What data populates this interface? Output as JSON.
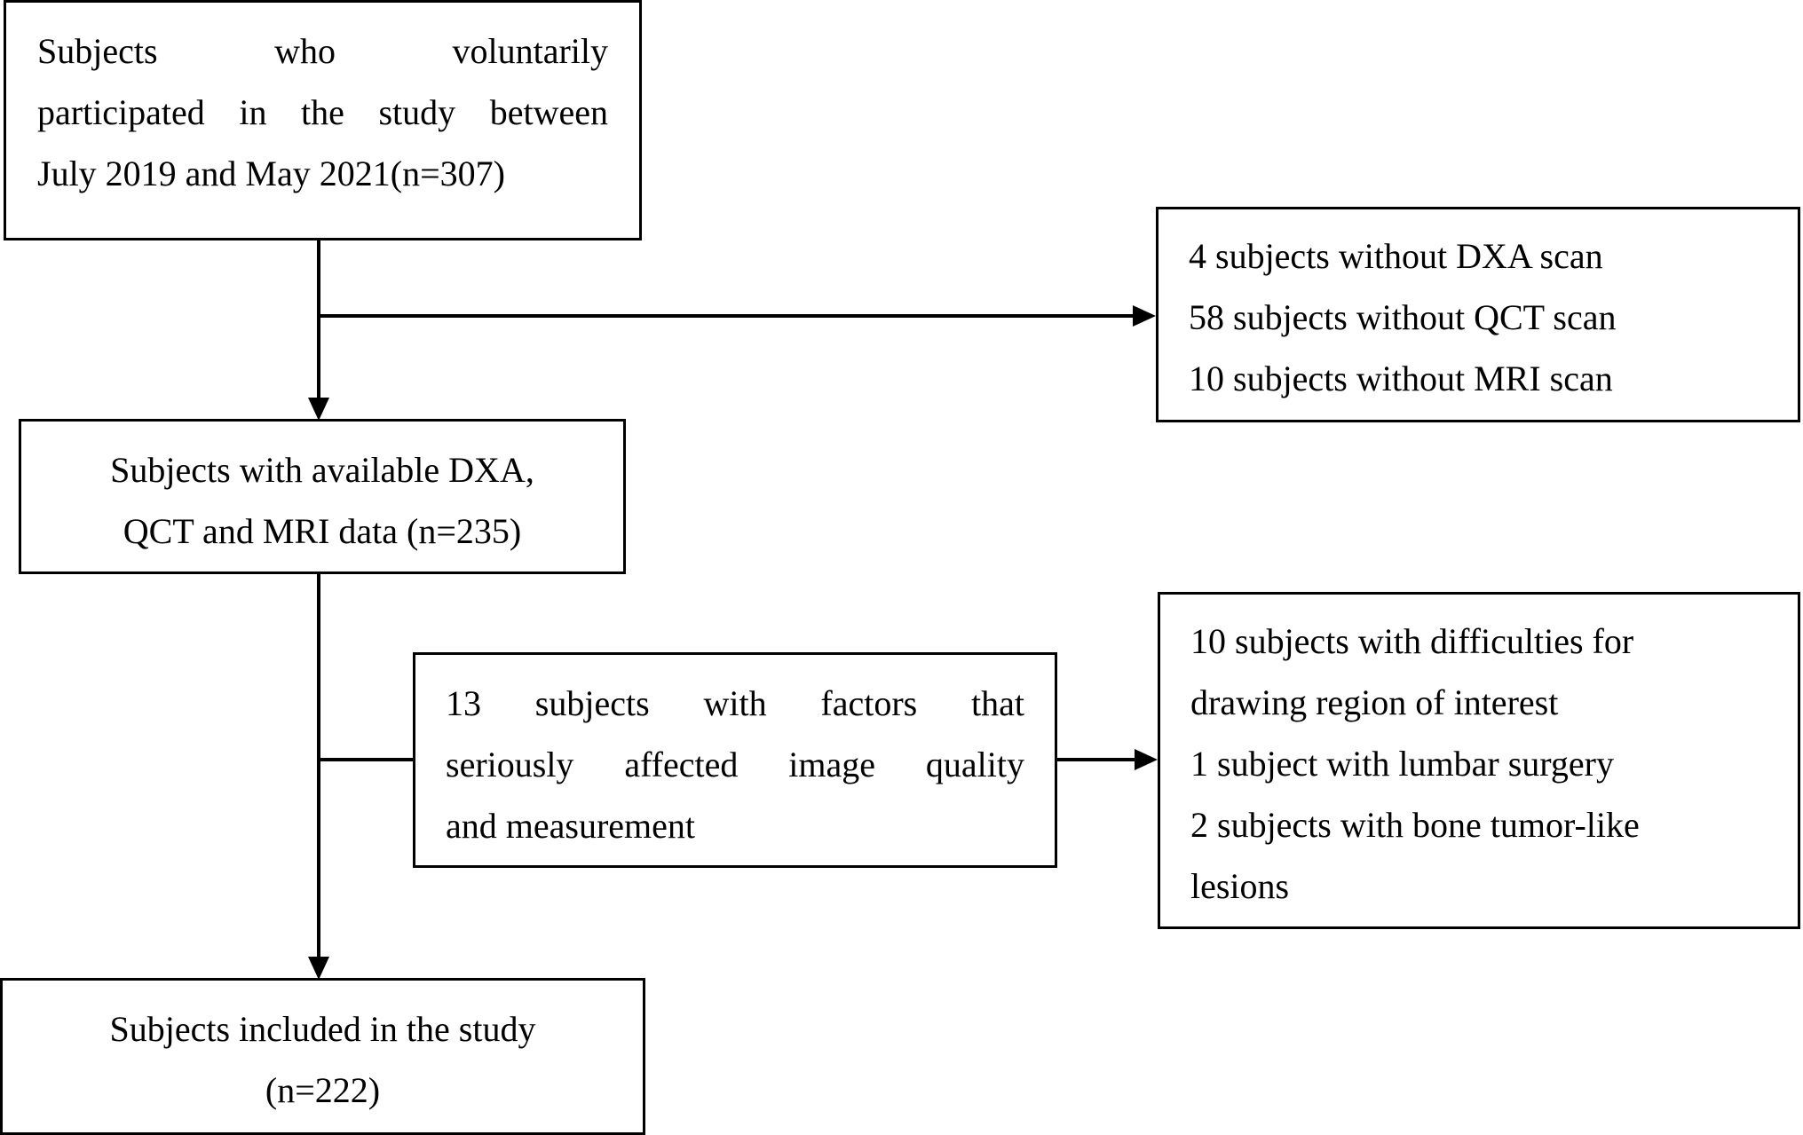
{
  "boxes": {
    "enrolled": {
      "lines": [
        "Subjects who voluntarily",
        "participated in the study between",
        "July 2019 and May 2021(n=307)"
      ]
    },
    "excluded_scans": {
      "lines": [
        "4 subjects without DXA scan",
        "58 subjects without QCT scan",
        "10 subjects without MRI scan"
      ]
    },
    "available": {
      "lines": [
        "Subjects with available DXA,",
        "QCT and MRI data (n=235)"
      ]
    },
    "quality_factors": {
      "lines": [
        "13 subjects with factors that",
        "seriously affected image quality",
        "and measurement"
      ]
    },
    "quality_details": {
      "lines": [
        "10 subjects with difficulties for",
        "drawing region of interest",
        "1 subject with lumbar surgery",
        "2 subjects with bone tumor-like",
        "lesions"
      ]
    },
    "included": {
      "lines": [
        "Subjects included in the study",
        "(n=222)"
      ]
    }
  }
}
